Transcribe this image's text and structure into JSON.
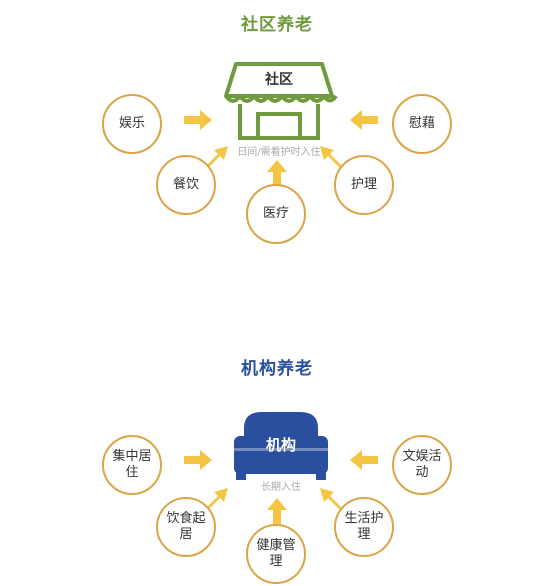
{
  "colors": {
    "green": "#6f9a3d",
    "blue": "#2a4f9e",
    "circle_border": "#d9a548",
    "arrow": "#f4c542"
  },
  "community": {
    "title": "社区养老",
    "building_label": "社区",
    "note": "日间/需看护时入住",
    "items": [
      "娱乐",
      "餐饮",
      "医疗",
      "护理",
      "慰藉"
    ]
  },
  "institution": {
    "title": "机构养老",
    "bed_label": "机构",
    "note": "长期入住",
    "items": [
      "集中居住",
      "饮食起居",
      "健康管理",
      "生活护理",
      "文娱活动"
    ]
  }
}
